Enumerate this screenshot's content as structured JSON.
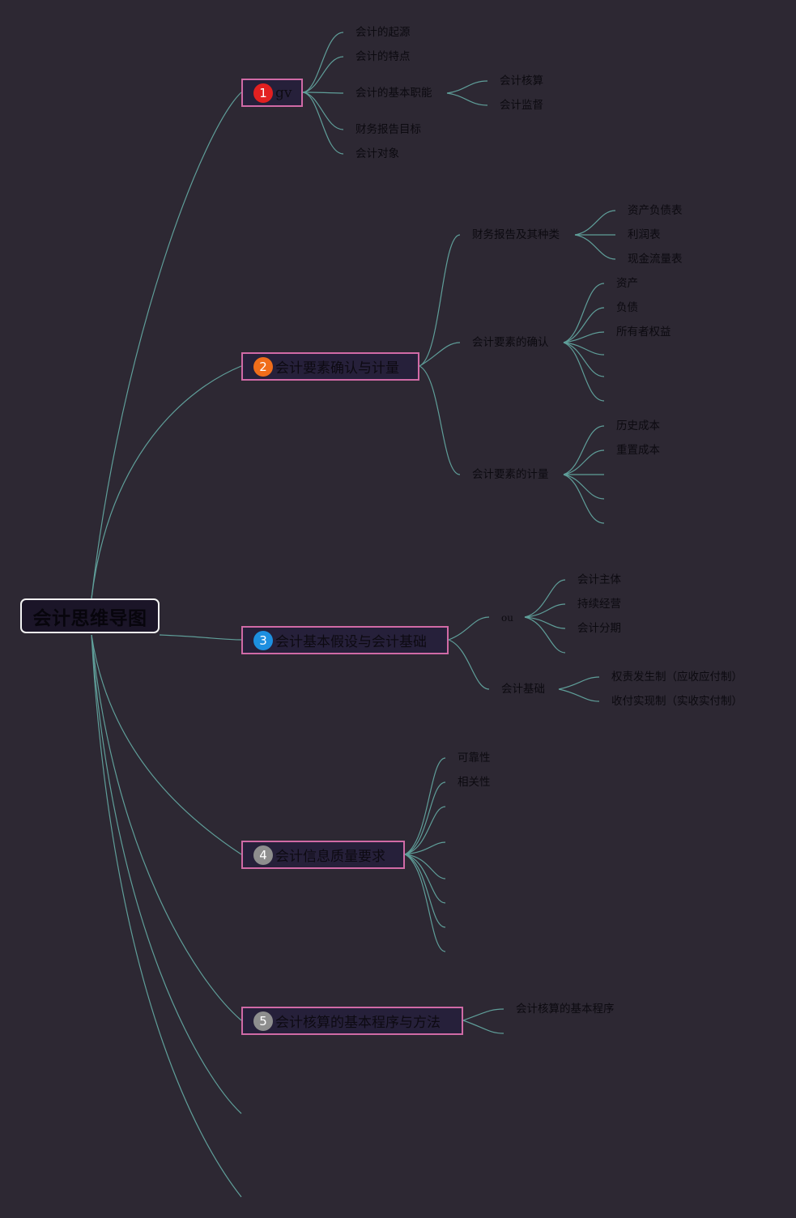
{
  "root": {
    "label": "会计思维导图"
  },
  "topics": [
    {
      "number": "1",
      "label": "gv",
      "badge_color": "#e32020",
      "children": [
        "会计的起源",
        "会计的特点",
        "会计的基本职能",
        "财务报告目标",
        "会计对象"
      ],
      "grandchildren": {
        "会计的基本职能": [
          "会计核算",
          "会计监督"
        ]
      }
    },
    {
      "number": "2",
      "label": "会计要素确认与计量",
      "badge_color": "#f06d1a",
      "children": [
        "财务报告及其种类",
        "会计要素的确认",
        "会计要素的计量"
      ],
      "grandchildren": {
        "财务报告及其种类": [
          "资产负债表",
          "利润表",
          "现金流量表"
        ],
        "会计要素的确认": [
          "资产",
          "负债",
          "所有者权益"
        ],
        "会计要素的计量": [
          "历史成本",
          "重置成本"
        ]
      }
    },
    {
      "number": "3",
      "label": "会计基本假设与会计基础",
      "badge_color": "#1d8fe0",
      "children": [
        "ou",
        "会计基础"
      ],
      "grandchildren": {
        "ou": [
          "会计主体",
          "持续经营",
          "会计分期"
        ],
        "会计基础": [
          "权责发生制（应收应付制）",
          "收付实现制（实收实付制）"
        ]
      }
    },
    {
      "number": "4",
      "label": "会计信息质量要求",
      "badge_color": "#8e8e8e",
      "children": [
        "可靠性",
        "相关性"
      ]
    },
    {
      "number": "5",
      "label": "会计核算的基本程序与方法",
      "badge_color": "#8e8e8e",
      "children": [
        "会计核算的基本程序"
      ]
    }
  ]
}
